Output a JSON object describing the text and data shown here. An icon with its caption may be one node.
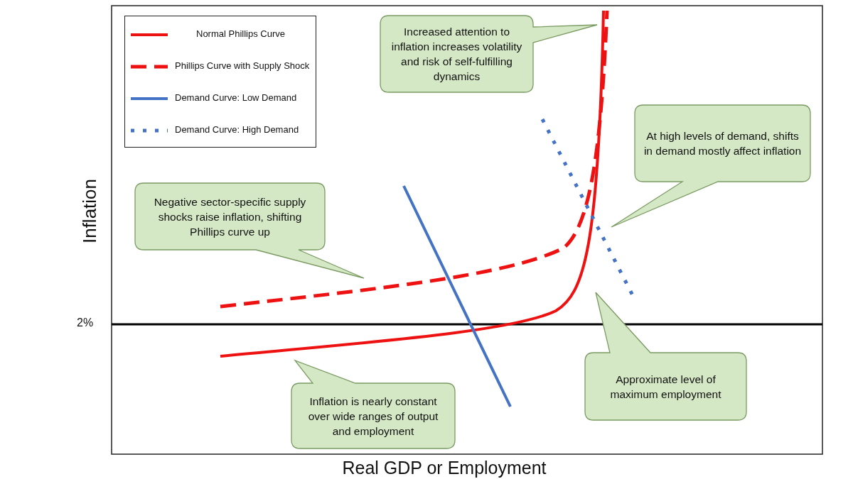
{
  "diagram": {
    "nodes": [
      {
        "text": [
          "Increased attention to inflation increases volatility and risk of self-fulfilling dynamics"
        ]
      },
      {
        "text": [
          "At high levels of demand, shifts in demand mostly affect inflation"
        ]
      },
      {
        "text": [
          "Negative sector-specific supply shocks raise inflation, shifting Phillips curve up"
        ]
      },
      {
        "text": [
          "Approximate level of maximum employment"
        ]
      },
      {
        "text": [
          "Inflation is nearly constant over wide ranges of output and employment"
        ]
      }
    ],
    "edges": [],
    "labels": [
      "Inflation",
      "2%",
      "Real GDP or Employment"
    ],
    "legend": [
      {
        "text": "Normal Phillips Curve"
      },
      {
        "text": "Phillips Curve with Supply Shock"
      },
      {
        "text": "Demand Curve: Low Demand"
      },
      {
        "text": "Demand Curve: High Demand"
      }
    ]
  }
}
